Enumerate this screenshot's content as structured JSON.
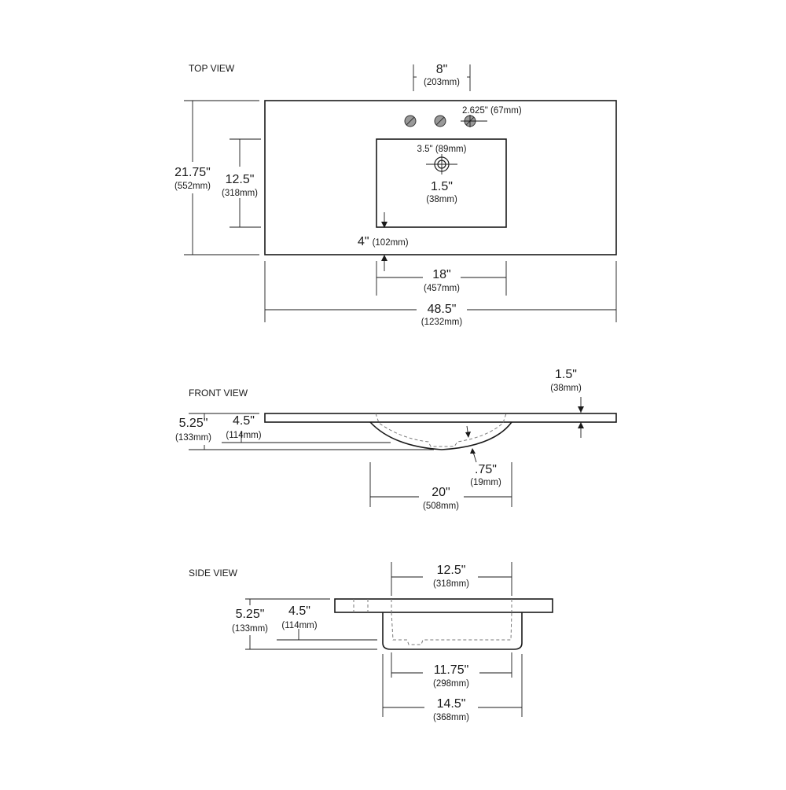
{
  "top_view": {
    "title": "TOP VIEW",
    "faucet_spread": {
      "in": "8\"",
      "mm": "(203mm)"
    },
    "hole_spacing": "2.625\" (67mm)",
    "depth": {
      "in": "21.75\"",
      "mm": "(552mm)"
    },
    "bowl_depth": {
      "in": "12.5\"",
      "mm": "(318mm)"
    },
    "drain_offset": {
      "in": "3.5\"",
      "mm": "(89mm)"
    },
    "drain_size": {
      "in": "1.5\"",
      "mm": "(38mm)"
    },
    "front_offset": {
      "in": "4\"",
      "mm": "(102mm)"
    },
    "bowl_width": {
      "in": "18\"",
      "mm": "(457mm)"
    },
    "total_width": {
      "in": "48.5\"",
      "mm": "(1232mm)"
    }
  },
  "front_view": {
    "title": "FRONT VIEW",
    "deck_thickness": {
      "in": "1.5\"",
      "mm": "(38mm)"
    },
    "total_height": {
      "in": "5.25\"",
      "mm": "(133mm)"
    },
    "bowl_height": {
      "in": "4.5\"",
      "mm": "(114mm)"
    },
    "wall_thickness": {
      "in": ".75\"",
      "mm": "(19mm)"
    },
    "bowl_width": {
      "in": "20\"",
      "mm": "(508mm)"
    }
  },
  "side_view": {
    "title": "SIDE VIEW",
    "bowl_top": {
      "in": "12.5\"",
      "mm": "(318mm)"
    },
    "total_height": {
      "in": "5.25\"",
      "mm": "(133mm)"
    },
    "bowl_height": {
      "in": "4.5\"",
      "mm": "(114mm)"
    },
    "bowl_bottom": {
      "in": "11.75\"",
      "mm": "(298mm)"
    },
    "bowl_outer": {
      "in": "14.5\"",
      "mm": "(368mm)"
    }
  }
}
